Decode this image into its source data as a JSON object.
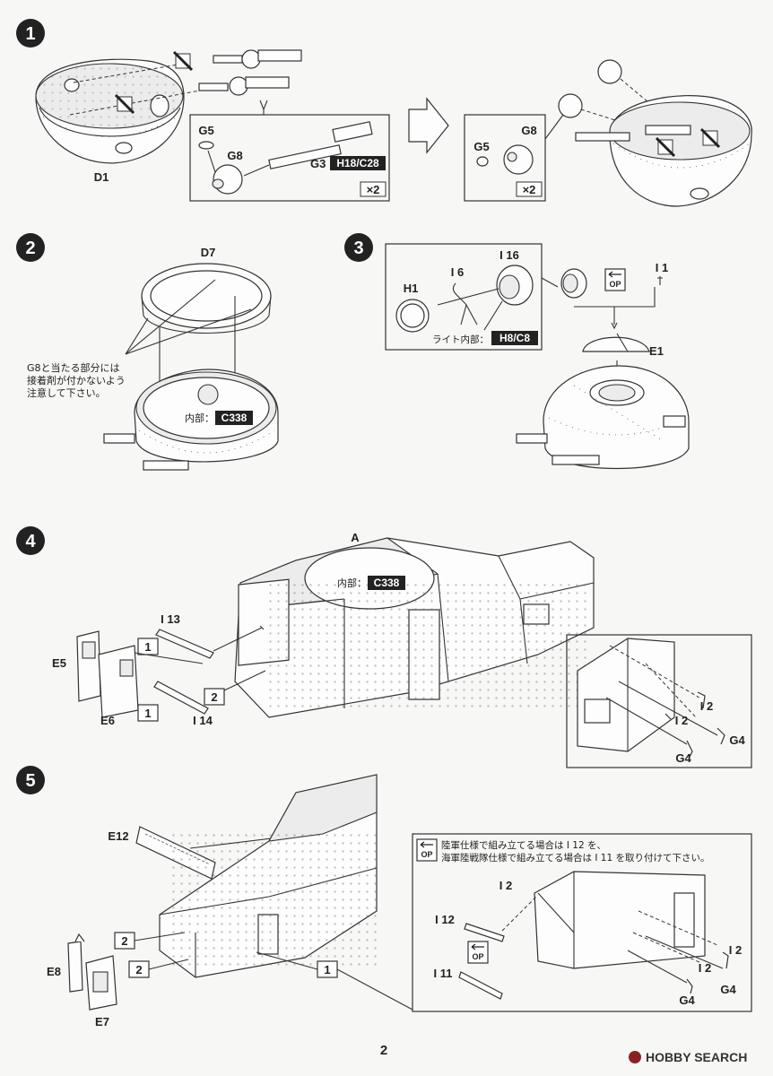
{
  "steps": [
    {
      "number": "1"
    },
    {
      "number": "2"
    },
    {
      "number": "3"
    },
    {
      "number": "4"
    },
    {
      "number": "5"
    }
  ],
  "step1": {
    "part_hull": "D1",
    "inset_left": {
      "g5": "G5",
      "g8": "G8",
      "g3": "G3",
      "tag": "H18/C28",
      "qty": "×2"
    },
    "inset_right": {
      "g5": "G5",
      "g8": "G8",
      "qty": "×2"
    }
  },
  "step2": {
    "part_ring": "D7",
    "note_line1": "G8と当たる部分には",
    "note_line2": "接着剤が付かないよう",
    "note_line3": "注意して下さい。",
    "inner_label": "内部：",
    "inner_tag": "C338"
  },
  "step3": {
    "parts": {
      "h1": "H1",
      "i6": "I 6",
      "i16": "I 16",
      "i1": "I 1",
      "e1": "E1"
    },
    "light_label": "ライト内部：",
    "light_tag": "H8/C8",
    "op_icon": "OP"
  },
  "step4": {
    "part_body": "A",
    "inner_label": "内部：",
    "inner_tag": "C338",
    "parts": {
      "i13": "I 13",
      "e5": "E5",
      "e6": "E6",
      "i14": "I 14",
      "i2a": "I 2",
      "i2b": "I 2",
      "g4a": "G4",
      "g4b": "G4"
    },
    "callouts": [
      "1",
      "1",
      "2"
    ]
  },
  "step5": {
    "parts": {
      "e12": "E12",
      "e8": "E8",
      "e7": "E7",
      "i12": "I 12",
      "i11": "I 11",
      "i2a": "I 2",
      "i2b": "I 2",
      "i2c": "I 2",
      "g4a": "G4",
      "g4b": "G4"
    },
    "callouts": [
      "2",
      "2",
      "1"
    ],
    "note_line1": "陸軍仕様で組み立てる場合は I 12 を、",
    "note_line2": "海軍陸戦隊仕様で組み立てる場合は I 11 を取り付けて下さい。",
    "op_icon": "OP"
  },
  "footer": {
    "page_number": "2",
    "watermark": "HOBBY SEARCH"
  }
}
